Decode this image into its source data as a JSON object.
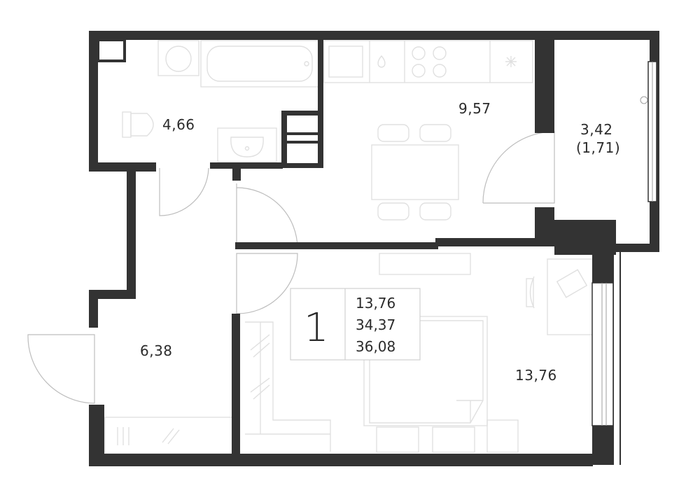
{
  "plan": {
    "rooms": {
      "bathroom_area": "4,66",
      "kitchen_area": "9,57",
      "loggia_area": "3,42",
      "loggia_area_reduced": "(1,71)",
      "hall_area": "6,38",
      "bedroom_area": "13,76"
    },
    "summary": {
      "room_count": "1",
      "living_area": "13,76",
      "total_area": "34,37",
      "total_area_with_loggia": "36,08"
    }
  },
  "colors": {
    "wall": "#333333",
    "furniture": "#e0e0e0",
    "label": "#2b2b2b"
  }
}
